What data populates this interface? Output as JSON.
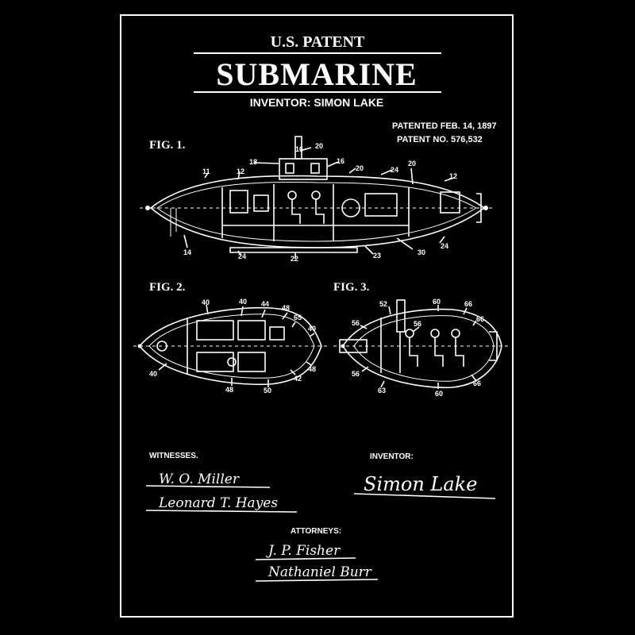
{
  "header": {
    "top_label": "U.S. PATENT",
    "title": "SUBMARINE",
    "inventor_line": "INVENTOR: SIMON LAKE"
  },
  "patent_info": {
    "patented": "PATENTED FEB. 14, 1897",
    "number": "PATENT NO. 576,532"
  },
  "figures": {
    "fig1": {
      "label": "FIG. 1.",
      "callouts": [
        "16",
        "20",
        "18",
        "16",
        "20",
        "24",
        "20",
        "11",
        "12",
        "12",
        "14",
        "24",
        "22",
        "23",
        "30",
        "24"
      ]
    },
    "fig2": {
      "label": "FIG. 2.",
      "callouts": [
        "40",
        "40",
        "44",
        "48",
        "65",
        "40",
        "40",
        "48",
        "42",
        "48",
        "50"
      ]
    },
    "fig3": {
      "label": "FIG. 3.",
      "callouts": [
        "52",
        "60",
        "66",
        "56",
        "56",
        "66",
        "56",
        "66",
        "63",
        "60"
      ]
    }
  },
  "signatures": {
    "witnesses_label": "WITNESSES.",
    "witnesses": [
      "W. O. Miller",
      "Leonard T. Hayes"
    ],
    "inventor_label": "INVENTOR:",
    "inventor": "Simon Lake",
    "attorneys_label": "ATTORNEYS:",
    "attorneys": [
      "J. P. Fisher",
      "Nathaniel Burr"
    ]
  }
}
